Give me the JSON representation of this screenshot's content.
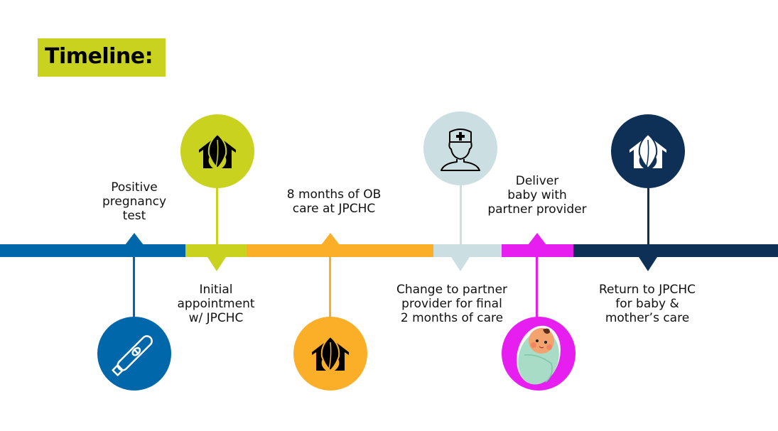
{
  "title": "Timeline:",
  "colors": {
    "title_bg": "#c8d21f",
    "blue": "#0068aa",
    "lime": "#c8d21f",
    "orange": "#fbae27",
    "light_blue": "#cbdfe3",
    "magenta": "#e61ff0",
    "navy": "#0e3056"
  },
  "events": [
    {
      "id": "positive-test",
      "label_lines": [
        "Positive",
        "pregnancy",
        "test"
      ],
      "label_position": "above",
      "icon": "pregnancy-test-icon",
      "icon_position": "below",
      "color": "#0068aa"
    },
    {
      "id": "initial-appointment",
      "label_lines": [
        "Initial",
        "appointment",
        "w/ JPCHC"
      ],
      "label_position": "below",
      "icon": "jpchc-house-leaf-icon",
      "icon_position": "above",
      "color": "#c8d21f"
    },
    {
      "id": "ob-care",
      "label_lines": [
        "8 months of OB",
        "care at JPCHC"
      ],
      "label_position": "above",
      "icon": "jpchc-house-leaf-icon",
      "icon_position": "below",
      "color": "#fbae27"
    },
    {
      "id": "change-provider",
      "label_lines": [
        "Change to partner",
        "provider for final",
        "2 months of care"
      ],
      "label_position": "below",
      "icon": "doctor-icon",
      "icon_position": "above",
      "color": "#cbdfe3"
    },
    {
      "id": "deliver-baby",
      "label_lines": [
        "Deliver",
        "baby with",
        "partner provider"
      ],
      "label_position": "above",
      "icon": "swaddled-baby-icon",
      "icon_position": "below",
      "color": "#e61ff0"
    },
    {
      "id": "return-jpchc",
      "label_lines": [
        "Return to JPCHC",
        "for baby &",
        "mother’s care"
      ],
      "label_position": "below",
      "icon": "jpchc-house-leaf-icon",
      "icon_position": "above",
      "color": "#0e3056"
    }
  ]
}
